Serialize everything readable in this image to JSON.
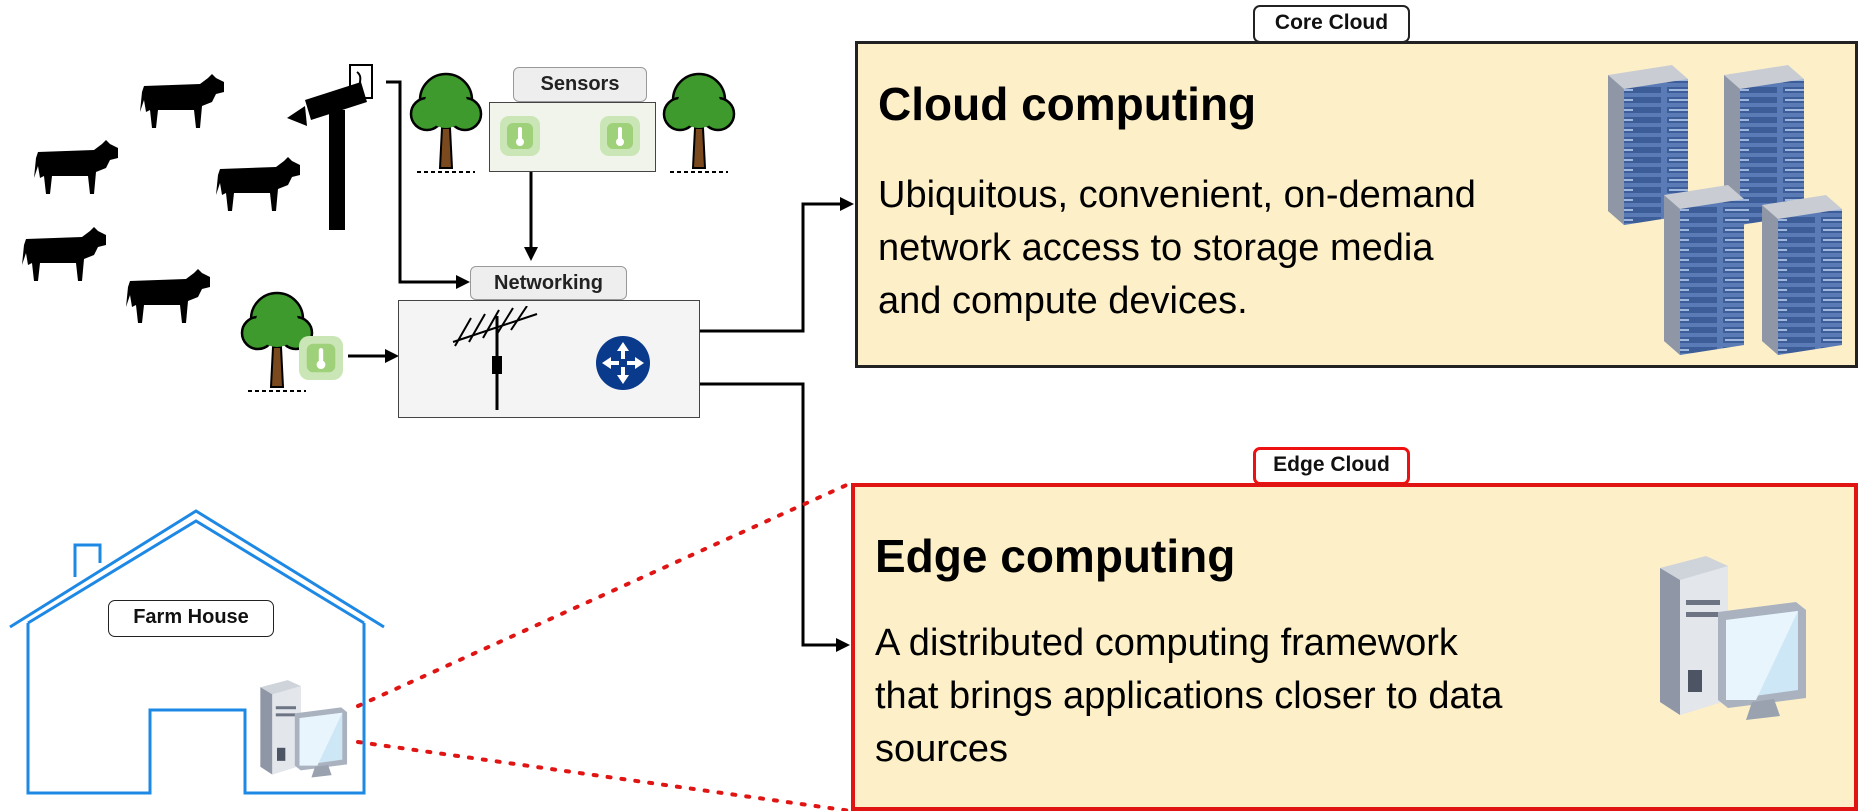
{
  "cloud": {
    "tag": "Core Cloud",
    "title": "Cloud computing",
    "desc_lines": [
      "Ubiquitous, convenient, on-demand",
      "network access to storage media",
      "and compute devices."
    ]
  },
  "edge": {
    "tag": "Edge Cloud",
    "title": "Edge computing",
    "desc_lines": [
      "A distributed computing framework",
      "that brings applications closer to data",
      "sources"
    ]
  },
  "sensors": {
    "label": "Sensors"
  },
  "networking": {
    "label": "Networking"
  },
  "farmhouse": {
    "label": "Farm House"
  },
  "icons": [
    "cow-icon",
    "camera-icon",
    "tree-icon",
    "thermometer-sensor-icon",
    "antenna-icon",
    "router-icon",
    "server-rack-icon",
    "desktop-computer-icon",
    "house-icon"
  ],
  "colors": {
    "panel_fill": "#fdf0c8",
    "edge_border": "#e11414",
    "house_line": "#1e88e5",
    "router": "#0a3a8c",
    "sensor_green": "#8bc34a"
  }
}
